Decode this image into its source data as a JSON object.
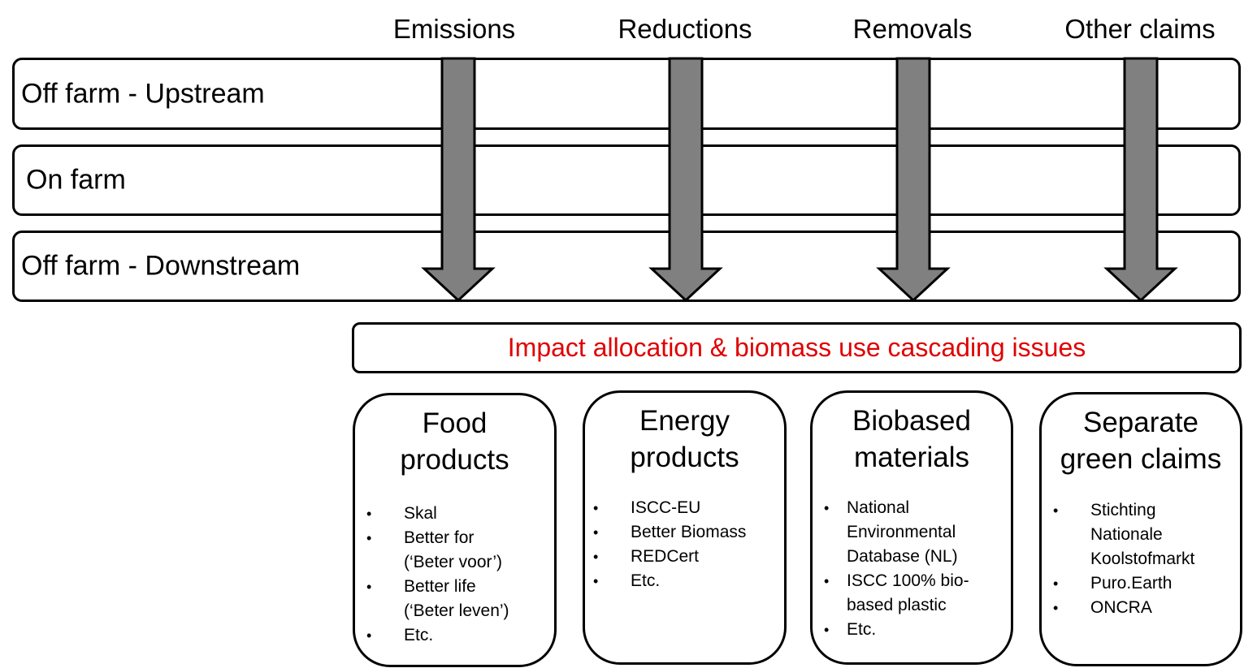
{
  "columns": [
    {
      "label": "Emissions"
    },
    {
      "label": "Reductions"
    },
    {
      "label": "Removals"
    },
    {
      "label": "Other claims"
    }
  ],
  "stages": [
    {
      "label": "Off farm - Upstream"
    },
    {
      "label": "On farm"
    },
    {
      "label": "Off farm - Downstream"
    }
  ],
  "issue_bar": {
    "label": "Impact allocation & biomass use cascading issues",
    "color": "#e00000"
  },
  "arrow_color": "#808080",
  "categories": [
    {
      "title_lines": [
        "Food",
        "products"
      ],
      "items": [
        [
          "Skal"
        ],
        [
          "Better for",
          "(‘Beter voor’)"
        ],
        [
          "Better life",
          "(‘Beter leven’)"
        ],
        [
          "Etc."
        ]
      ]
    },
    {
      "title_lines": [
        "Energy",
        "products"
      ],
      "items": [
        [
          "ISCC-EU"
        ],
        [
          "Better Biomass"
        ],
        [
          "REDCert"
        ],
        [
          "Etc."
        ]
      ]
    },
    {
      "title_lines": [
        "Biobased",
        "materials"
      ],
      "items": [
        [
          "National",
          "Environmental",
          "Database (NL)"
        ],
        [
          "ISCC 100% bio-",
          "based plastic"
        ],
        [
          "Etc."
        ]
      ]
    },
    {
      "title_lines": [
        "Separate",
        "green claims"
      ],
      "items": [
        [
          "Stichting",
          "Nationale",
          "Koolstofmarkt"
        ],
        [
          "Puro.Earth"
        ],
        [
          "ONCRA"
        ]
      ]
    }
  ]
}
